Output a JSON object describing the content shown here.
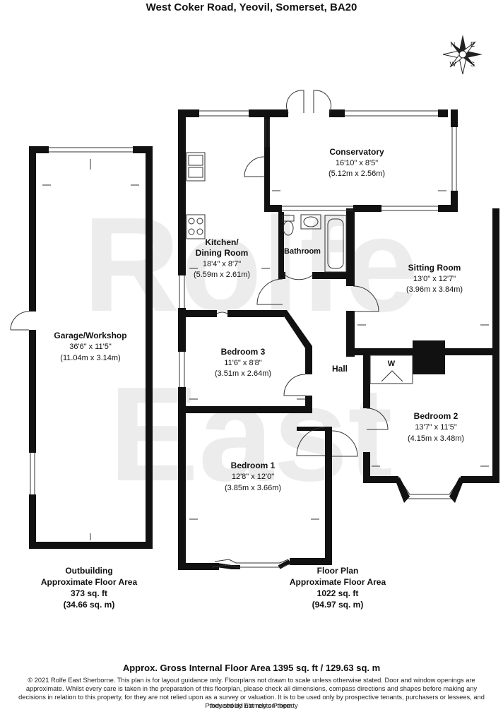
{
  "title": "West Coker Road, Yeovil, Somerset, BA20",
  "watermark": {
    "line1": "Rolfe",
    "line2": "East"
  },
  "compass": {
    "n": "N",
    "e": "E",
    "s": "S",
    "w": "W"
  },
  "rooms": {
    "conservatory": {
      "name": "Conservatory",
      "imperial": "16'10\" x 8'5\"",
      "metric": "(5.12m x 2.56m)"
    },
    "kitchen": {
      "name1": "Kitchen/",
      "name2": "Dining Room",
      "imperial": "18'4\" x 8'7\"",
      "metric": "(5.59m x 2.61m)"
    },
    "bathroom": {
      "name": "Bathroom"
    },
    "sitting": {
      "name": "Sitting Room",
      "imperial": "13'0\" x 12'7\"",
      "metric": "(3.96m x 3.84m)"
    },
    "garage": {
      "name": "Garage/Workshop",
      "imperial": "36'6\" x 11'5\"",
      "metric": "(11.04m x 3.14m)"
    },
    "bedroom3": {
      "name": "Bedroom 3",
      "imperial": "11'6\" x 8'8\"",
      "metric": "(3.51m x 2.64m)"
    },
    "hall": {
      "name": "Hall"
    },
    "wardrobe": {
      "name": "W"
    },
    "bedroom2": {
      "name": "Bedroom 2",
      "imperial": "13'7\" x 11'5\"",
      "metric": "(4.15m x 3.48m)"
    },
    "bedroom1": {
      "name": "Bedroom 1",
      "imperial": "12'8\" x 12'0\"",
      "metric": "(3.85m x 3.66m)"
    }
  },
  "areas": {
    "outbuilding": {
      "l1": "Outbuilding",
      "l2": "Approximate Floor Area",
      "l3": "373 sq. ft",
      "l4": "(34.66 sq. m)"
    },
    "floorplan": {
      "l1": "Floor Plan",
      "l2": "Approximate Floor Area",
      "l3": "1022 sq. ft",
      "l4": "(94.97 sq. m)"
    }
  },
  "footer": {
    "gross": "Approx. Gross Internal Floor Area 1395 sq. ft / 129.63 sq. m",
    "disclaimer": "© 2021 Rolfe East Sherborne. This plan is for layout guidance only. Floorplans not drawn to scale unless otherwise stated. Door and window openings are approximate. Whilst every care is taken in the preparation of this floorplan, please check all dimensions, compass directions and shapes before making any decisions in relation to this property, for they are not relied upon as a survey or valuation. It is to be used only by prospective tenants, purchasers or lessees, and they should not rely on them.",
    "produced": "Produced by Elements Property"
  },
  "colors": {
    "wall": "#111111",
    "watermark": "#ececec",
    "line": "#333333"
  }
}
